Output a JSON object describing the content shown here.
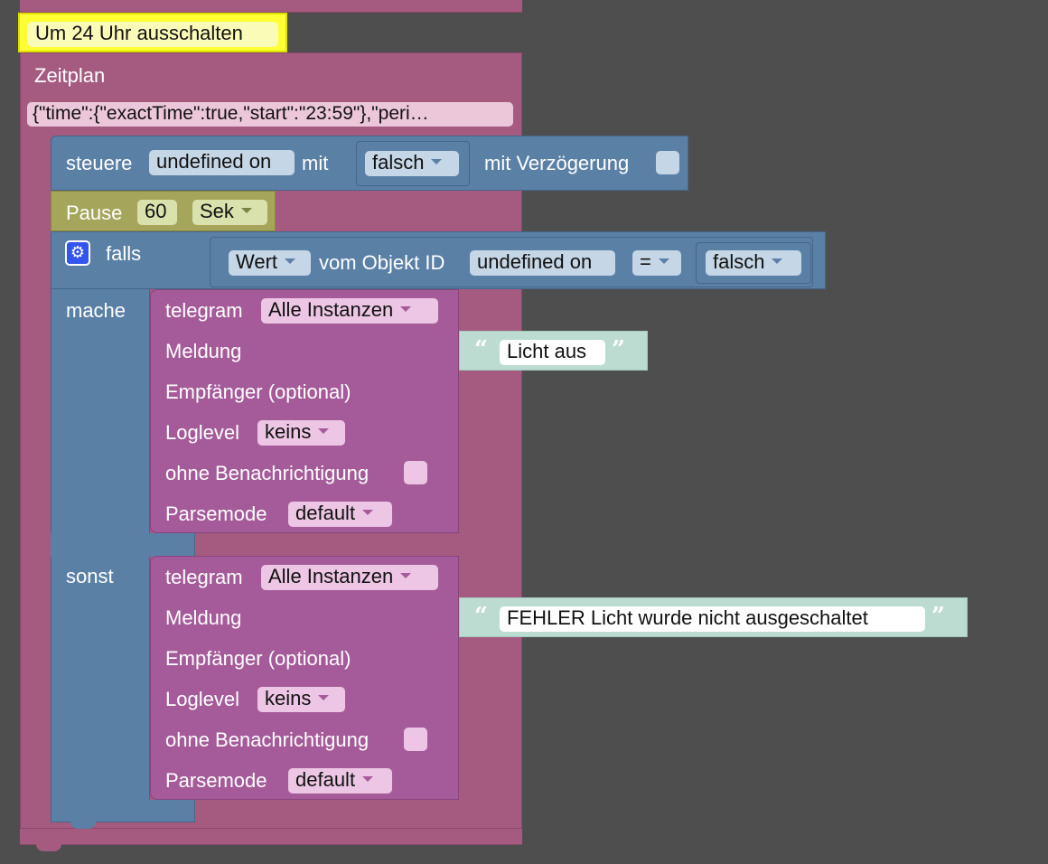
{
  "comment": "Um 24 Uhr ausschalten",
  "schedule": {
    "label": "Zeitplan",
    "value": "{\"time\":{\"exactTime\":true,\"start\":\"23:59\"},\"peri…"
  },
  "control": {
    "steuere_label": "steuere",
    "object_value": "undefined on",
    "mit_label": "mit",
    "value_dropdown": "falsch",
    "delay_label": "mit Verzögerung"
  },
  "pause": {
    "label": "Pause",
    "value": "60",
    "unit": "Sek"
  },
  "if_block": {
    "falls_label": "falls",
    "mache_label": "mache",
    "sonst_label": "sonst",
    "condition": {
      "property": "Wert",
      "of_label": "vom Objekt ID",
      "object_value": "undefined on",
      "operator": "=",
      "compare_value": "falsch"
    }
  },
  "telegram_then": {
    "title": "telegram",
    "instance": "Alle Instanzen",
    "message_label": "Meldung",
    "message_text": "Licht aus",
    "recipient_label": "Empfänger (optional)",
    "loglevel_label": "Loglevel",
    "loglevel_value": "keins",
    "silent_label": "ohne Benachrichtigung",
    "parsemode_label": "Parsemode",
    "parsemode_value": "default"
  },
  "telegram_else": {
    "title": "telegram",
    "instance": "Alle Instanzen",
    "message_label": "Meldung",
    "message_text": "FEHLER Licht wurde nicht ausgeschaltet",
    "recipient_label": "Empfänger (optional)",
    "loglevel_label": "Loglevel",
    "loglevel_value": "keins",
    "silent_label": "ohne Benachrichtigung",
    "parsemode_label": "Parsemode",
    "parsemode_value": "default"
  },
  "colors": {
    "workspace": "#4e4e4e",
    "schedule_block": "#a55b80",
    "logic_block": "#5b80a5",
    "timer_block": "#a5a55b",
    "telegram_block": "#a55b99",
    "text_block": "#bcdcd2",
    "comment_yellow": "#ffff33"
  },
  "icons": {
    "mutator": "gear-icon"
  }
}
